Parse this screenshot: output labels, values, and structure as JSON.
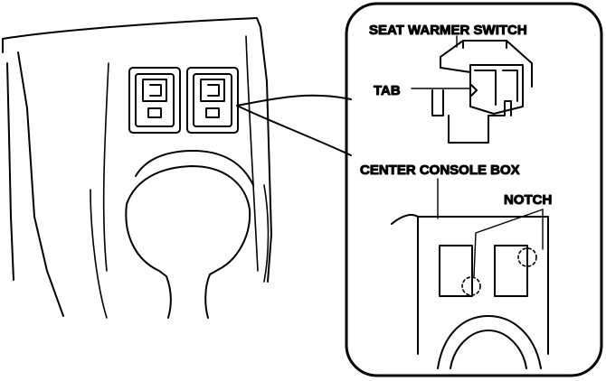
{
  "labels": {
    "seat_warmer_switch": "SEAT WARMER SWITCH",
    "tab": "TAB",
    "center_console_box": "CENTER CONSOLE BOX",
    "notch": "NOTCH"
  },
  "colors": {
    "line": "#000000",
    "background": "#ffffff"
  }
}
